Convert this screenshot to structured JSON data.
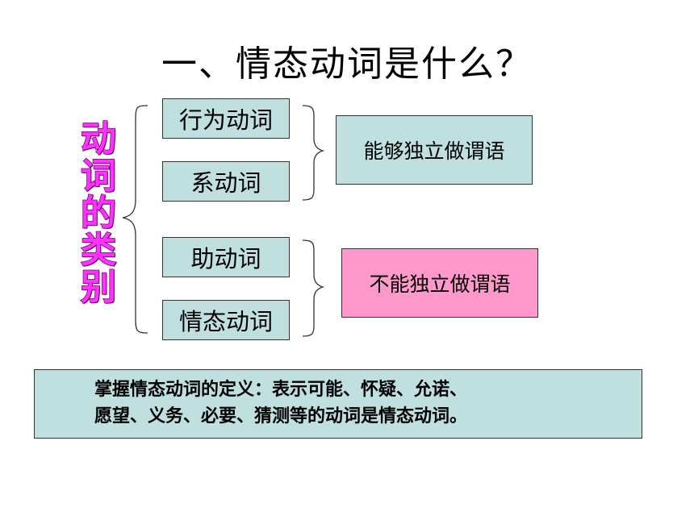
{
  "slide": {
    "title": "一、情态动词是什么？",
    "vertical_label": [
      "动",
      "词",
      "的",
      "类",
      "别"
    ],
    "verbs": [
      "行为动词",
      "系动词",
      "助动词",
      "情态动词"
    ],
    "results": [
      "能够独立做谓语",
      "不能独立做谓语"
    ],
    "definition": {
      "line1": "掌握情态动词的定义：表示可能、怀疑、允诺、",
      "line2": "愿望、义务、必要、猜测等的动词是情态动词。"
    }
  },
  "colors": {
    "label_magenta": "#ff33ff",
    "cyan_box": "#c0e0e0",
    "pink_box": "#ff99cc"
  }
}
